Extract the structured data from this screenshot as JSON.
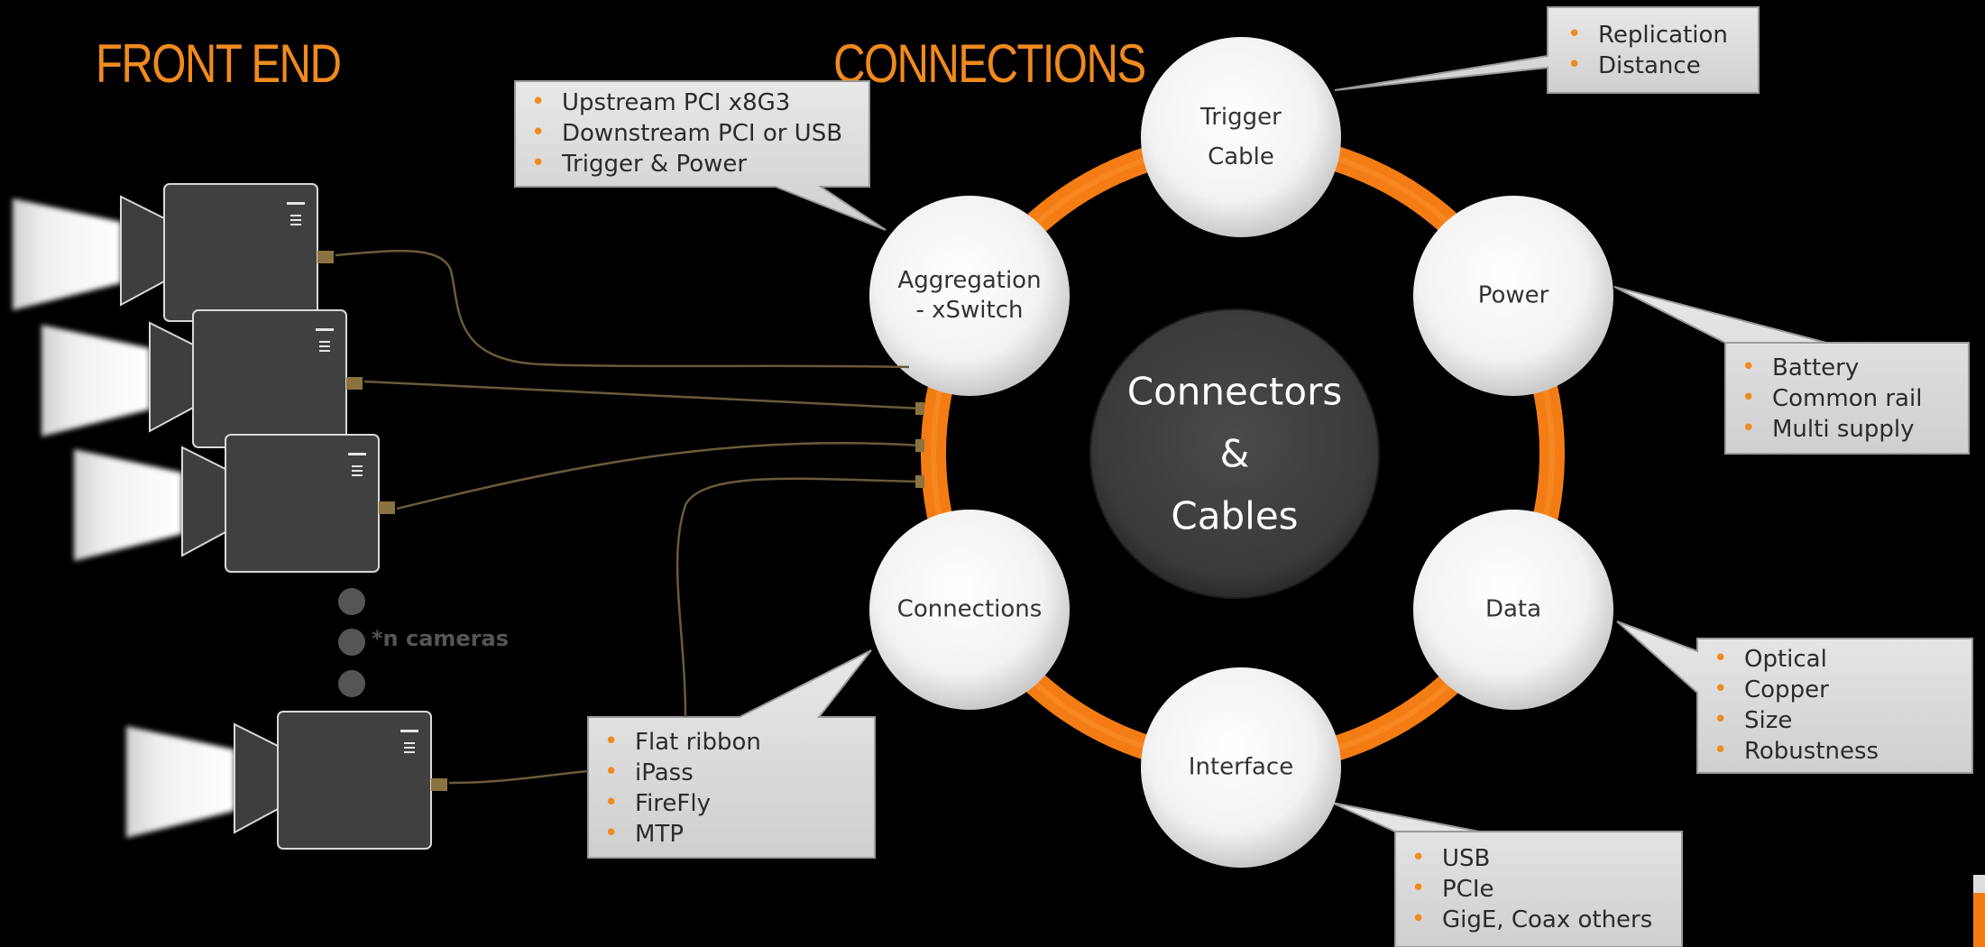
{
  "titles": {
    "front_end": "FRONT END",
    "connections": "CONNECTIONS"
  },
  "center": {
    "line1": "Connectors",
    "line2": "&",
    "line3": "Cables"
  },
  "nodes": {
    "trigger": {
      "line1": "Trigger",
      "line2": "Cable"
    },
    "power": {
      "label": "Power"
    },
    "data": {
      "label": "Data"
    },
    "interface": {
      "label": "Interface"
    },
    "connections": {
      "label": "Connections"
    },
    "aggregation": {
      "line1": "Aggregation",
      "line2": "- xSwitch"
    }
  },
  "callouts": {
    "trigger": [
      "Replication",
      "Distance"
    ],
    "aggregation": [
      "Upstream PCI x8G3",
      "Downstream PCI or USB",
      "Trigger & Power"
    ],
    "power": [
      "Battery",
      "Common rail",
      "Multi supply"
    ],
    "data": [
      "Optical",
      "Copper",
      "Size",
      "Robustness"
    ],
    "interface": [
      "USB",
      "PCIe",
      "GigE, Coax others"
    ],
    "connections": [
      "Flat ribbon",
      "iPass",
      "FireFly",
      "MTP"
    ]
  },
  "cameras_note": "*n cameras",
  "colors": {
    "accent": "#f08a1e",
    "ring": "#f37d14",
    "camera_body": "#404040",
    "callout_bg": "#dcdcdc",
    "center_disc": "#3e3e3e"
  }
}
